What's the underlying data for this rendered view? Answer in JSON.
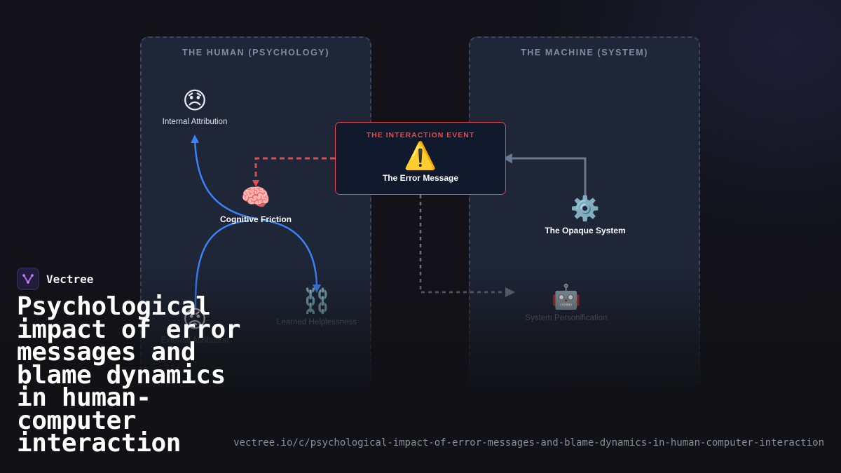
{
  "panels": {
    "human_title": "THE HUMAN (PSYCHOLOGY)",
    "machine_title": "THE MACHINE (SYSTEM)"
  },
  "event": {
    "title": "THE INTERACTION EVENT",
    "icon": "warning-icon",
    "glyph": "⚠️",
    "label": "The Error Message"
  },
  "nodes": {
    "internal_attribution": {
      "glyph": "😞",
      "label": "Internal Attribution"
    },
    "cognitive_friction": {
      "glyph": "🧠",
      "label": "Cognitive Friction"
    },
    "external_attribution": {
      "glyph": "😡",
      "label": "External Attribution"
    },
    "learned_helplessness": {
      "glyph": "⛓️",
      "label": "Learned Helplessness"
    },
    "opaque_system": {
      "glyph": "⚙️",
      "label": "The Opaque System"
    },
    "system_personification": {
      "glyph": "🤖",
      "label": "System Personification"
    }
  },
  "colors": {
    "event_red": "#e5484d",
    "flow_blue": "#3b82f6",
    "system_gray": "#6b7a90",
    "dotted_gray": "#6b7280"
  },
  "brand": {
    "name": "Vectree",
    "logo": "vectree-logo-icon"
  },
  "headline": "Psychological impact of error messages and blame dynamics in human-computer interaction",
  "url": "vectree.io/c/psychological-impact-of-error-messages-and-blame-dynamics-in-human-computer-interaction"
}
